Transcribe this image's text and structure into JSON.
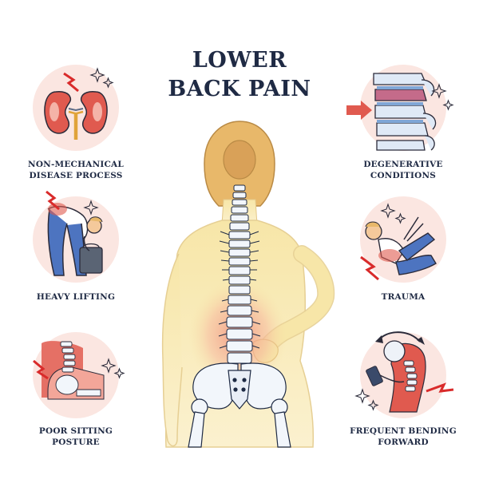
{
  "title": {
    "line1": "LOWER",
    "line2": "BACK PAIN"
  },
  "causes": {
    "top_left": {
      "line1": "NON-MECHANICAL",
      "line2": "DISEASE PROCESS",
      "icon": "kidneys-icon"
    },
    "middle_left": {
      "line1": "HEAVY LIFTING",
      "icon": "lifting-person-icon"
    },
    "bottom_left": {
      "line1": "POOR SITTING",
      "line2": "POSTURE",
      "icon": "sitting-spine-icon"
    },
    "top_right": {
      "line1": "DEGENERATIVE",
      "line2": "CONDITIONS",
      "icon": "vertebrae-icon"
    },
    "middle_right": {
      "line1": "TRAUMA",
      "icon": "falling-person-icon"
    },
    "bottom_right": {
      "line1": "FREQUENT BENDING",
      "line2": "FORWARD",
      "icon": "bending-neck-icon"
    }
  },
  "colors": {
    "title": "#1f2a44",
    "bubble": "#fbe6e1",
    "pain": "#d92b2b",
    "skin": "#f6e2a3",
    "bone": "#f2f6fb",
    "bone_outline": "#1e2a44"
  }
}
